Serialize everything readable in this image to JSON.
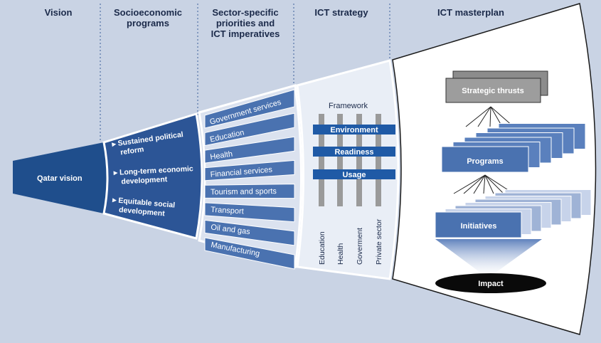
{
  "headers": {
    "vision": "Vision",
    "socio": "Socioeconomic\nprograms",
    "sector": "Sector-specific\npriorities and\nICT imperatives",
    "strategy": "ICT strategy",
    "masterplan": "ICT masterplan"
  },
  "vision_label": "Qatar vision",
  "programs": [
    "Sustained political reform",
    "Long-term economic development",
    "Equitable social development"
  ],
  "sectors": [
    "Government services",
    "Education",
    "Health",
    "Financial services",
    "Tourism and sports",
    "Transport",
    "Oil and gas",
    "Manufacturing"
  ],
  "strategy": {
    "title": "Framework",
    "layers": [
      "Environment",
      "Readiness",
      "Usage"
    ],
    "pillars": [
      "Education",
      "Health",
      "Goverment",
      "Private sector"
    ]
  },
  "masterplan": {
    "thrusts": "Strategic thrusts",
    "programs": "Programs",
    "initiatives": "Initiatives",
    "impact": "Impact"
  },
  "colors": {
    "background": "#c9d3e4",
    "navy": "#1f4e8c",
    "blue_panel": "#4a72b0",
    "light_blue": "#9fb3d6",
    "gray_box": "#8c8c8c",
    "text_dark": "#1b2a4a"
  }
}
